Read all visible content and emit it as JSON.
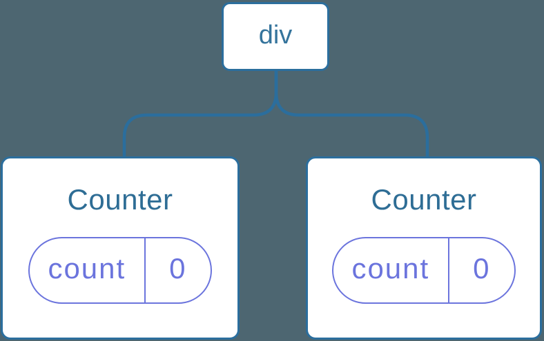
{
  "diagram": {
    "type": "component-tree",
    "root": {
      "label": "div"
    },
    "children": [
      {
        "title": "Counter",
        "state": {
          "name": "count",
          "value": "0"
        }
      },
      {
        "title": "Counter",
        "state": {
          "name": "count",
          "value": "0"
        }
      }
    ]
  },
  "colors": {
    "bg": "#4d6671",
    "line-blue": "#2b6e9d",
    "node-text-blue": "#35749c",
    "state-purple": "#6b74dd",
    "card-bg": "#ffffff"
  }
}
